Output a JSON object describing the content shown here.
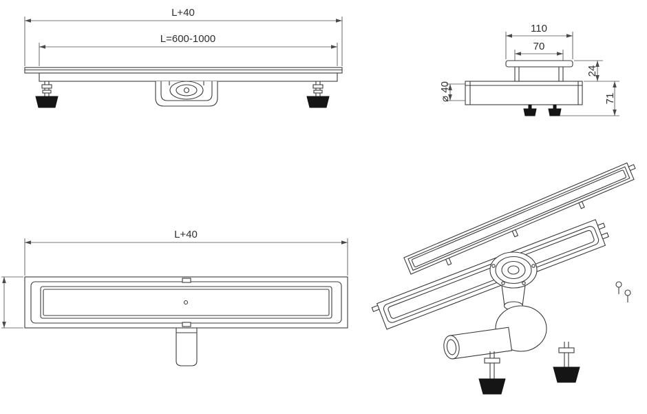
{
  "colors": {
    "background": "#ffffff",
    "line": "#3a3a3a",
    "dark_fill": "#151515"
  },
  "side_view": {
    "dim_total_length": "L+40",
    "dim_channel_length": "L=600-1000"
  },
  "end_view": {
    "dim_flange_width": "110",
    "dim_grate_width": "70",
    "dim_grate_height": "24",
    "dim_body_height": "71",
    "dim_outlet_diameter": "⌀ 40"
  },
  "plan_view": {
    "dim_total_length": "L+40"
  }
}
